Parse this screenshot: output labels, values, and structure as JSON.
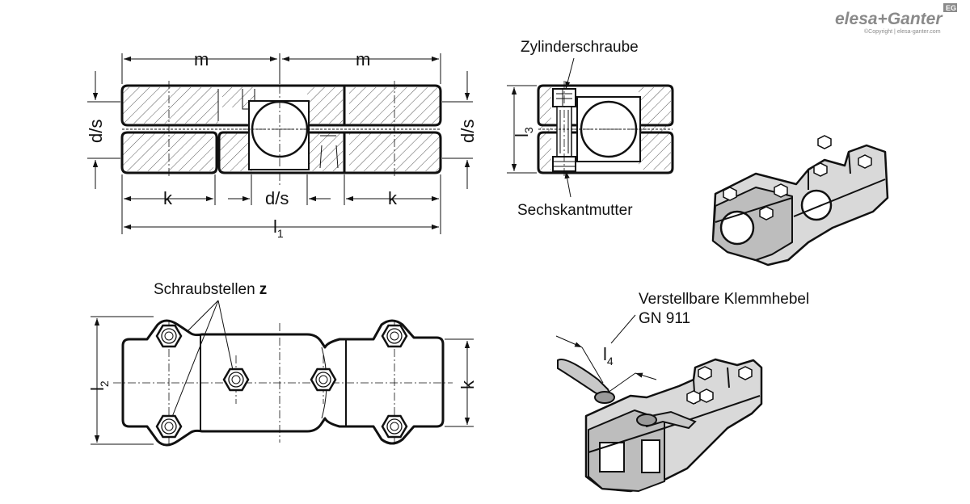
{
  "brand": {
    "name": "elesa+Ganter",
    "badge": "EG",
    "copyright": "©Copyright | elesa-ganter.com"
  },
  "labels": {
    "m_left": "m",
    "m_right": "m",
    "ds_left": "d/s",
    "ds_right": "d/s",
    "ds_bottom": "d/s",
    "k_left": "k",
    "k_right": "k",
    "l1_main": "l",
    "l1_sub": "1",
    "l3_main": "l",
    "l3_sub": "3",
    "l2_main": "l",
    "l2_sub": "2",
    "k_side": "k",
    "l4_main": "l",
    "l4_sub": "4",
    "zylinderschraube": "Zylinderschraube",
    "sechskantmutter": "Sechskantmutter",
    "schraubstellen": "Schraubstellen",
    "schraubstellen_z": "z",
    "klemmhebel_line1": "Verstellbare Klemmhebel",
    "klemmhebel_line2": "GN 911"
  }
}
